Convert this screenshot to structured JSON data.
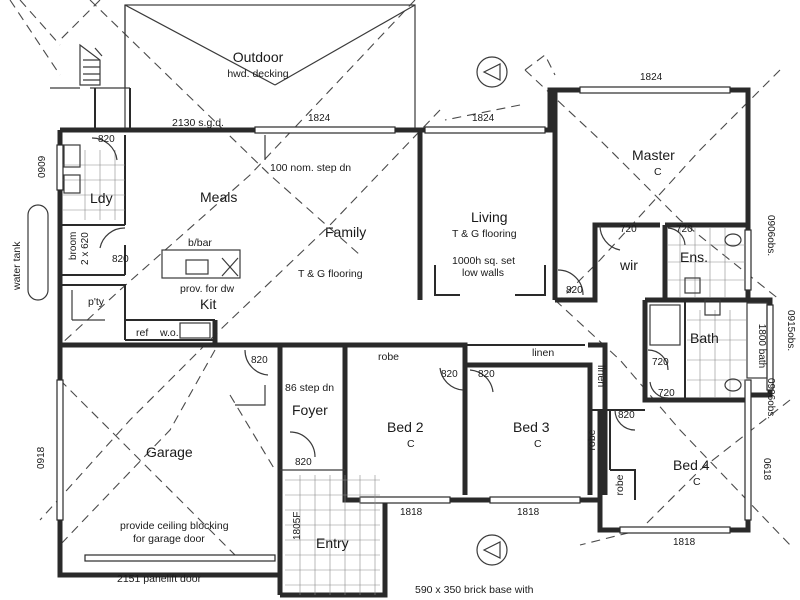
{
  "labels": {
    "outdoor": "Outdoor",
    "outdoor_sub": "hwd. decking",
    "sgd": "2130 s.g.d.",
    "step_dn": "100 nom. step dn",
    "meals": "Meals",
    "family": "Family",
    "family_floor": "T & G flooring",
    "living": "Living",
    "living_floor": "T & G flooring",
    "low_walls_1": "1000h sq. set",
    "low_walls_2": "low walls",
    "master": "Master",
    "master_c": "C",
    "wir": "wir",
    "ens": "Ens.",
    "bath": "Bath",
    "bath_dim": "1800 bath",
    "ldy": "Ldy",
    "broom": "broom",
    "broom_size": "2 x 620",
    "bbar": "b/bar",
    "prov_dw": "prov. for dw",
    "kit": "Kit",
    "pty": "p'ty",
    "ref": "ref",
    "wo": "w.o.",
    "water_tank": "water tank",
    "garage": "Garage",
    "ceiling_1": "provide ceiling blocking",
    "ceiling_2": "for garage door",
    "panelift": "2151 panelift door",
    "foyer": "Foyer",
    "step86": "86 step dn",
    "entry": "Entry",
    "tile1805": "1805F",
    "bed2": "Bed 2",
    "bed2_c": "C",
    "bed3": "Bed 3",
    "bed3_c": "C",
    "bed4": "Bed 4",
    "bed4_c": "C",
    "robe_bed2": "robe",
    "linen_bed3": "linen",
    "linen_side": "linen",
    "robe_v1": "robe",
    "robe_v2": "robe",
    "brick_base_1": "590 x 350 brick base with",
    "dim_1824_a": "1824",
    "dim_1824_b": "1824",
    "dim_1824_c": "1824",
    "dim_1818_a": "1818",
    "dim_1818_b": "1818",
    "dim_1818_c": "1818",
    "dim_820_ldy": "820",
    "dim_820_broom": "820",
    "dim_820_foyer": "820",
    "dim_820_entry": "820",
    "dim_820_bed2": "820",
    "dim_820_bed3": "820",
    "dim_820_living": "820",
    "dim_820_bed4": "820",
    "dim_720_wir": "720",
    "dim_720_ens": "720",
    "dim_720_bath": "720",
    "dim_720_wc": "720",
    "dim_0909": "0909",
    "dim_0918": "0918",
    "dim_0618": "0618",
    "dim_0906_obs_a": "0906obs.",
    "dim_0915_obs": "0915obs.",
    "dim_0906_obs_b": "0906obs."
  }
}
